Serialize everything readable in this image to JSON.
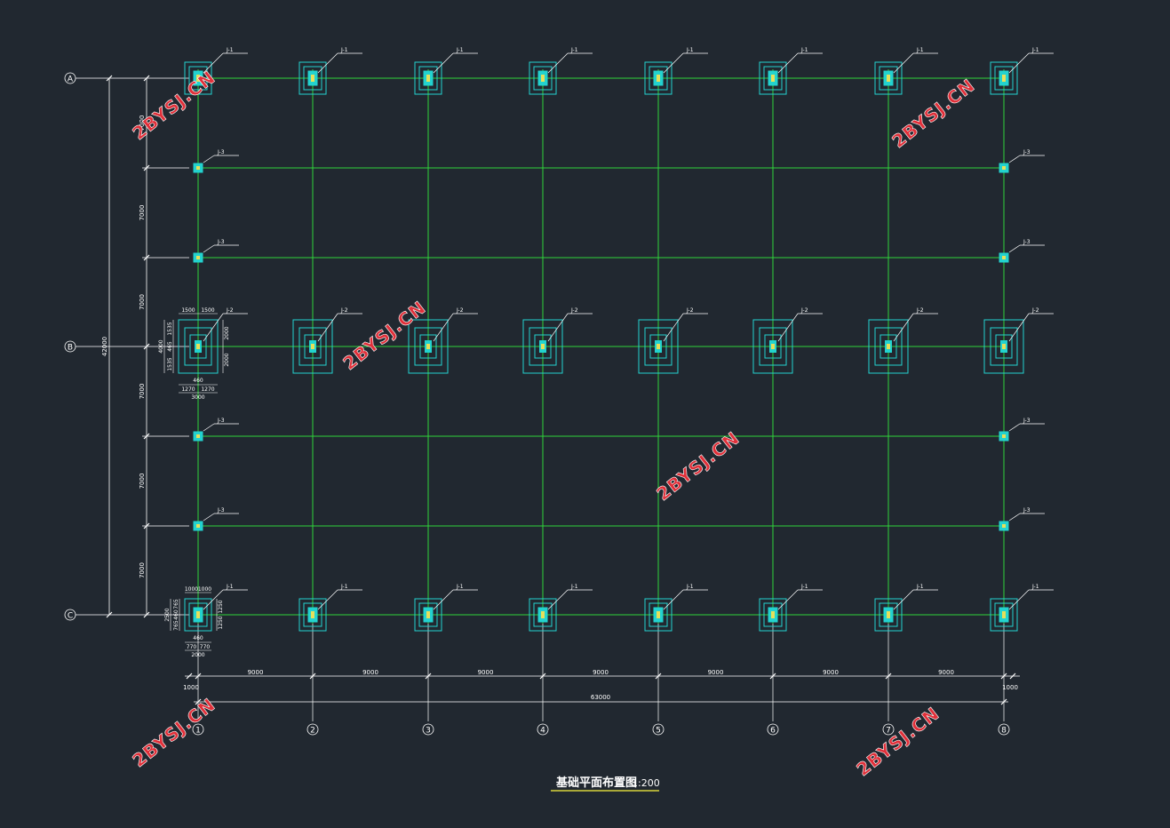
{
  "drawing": {
    "title": "基础平面布置图",
    "scale": "1:200",
    "watermark": "2BYSJ.CN",
    "colors": {
      "background": "#212830",
      "grid_line": "#2fd43a",
      "dimension": "#ffffff",
      "footing": "#23d2cf",
      "footing_core": "#e6e05a",
      "watermark": "#e0303a",
      "title_underline": "#d8d43a"
    }
  },
  "axes": {
    "horizontal": [
      "A",
      "B",
      "C"
    ],
    "vertical": [
      "1",
      "2",
      "3",
      "4",
      "5",
      "6",
      "7",
      "8"
    ]
  },
  "dimensions": {
    "bays_x": [
      "9000",
      "9000",
      "9000",
      "9000",
      "9000",
      "9000",
      "9000"
    ],
    "total_x": "63000",
    "edge_left": "1000",
    "edge_right": "1000",
    "spans_y": [
      "7000",
      "7000",
      "7000",
      "7000",
      "7000",
      "7000"
    ],
    "total_y": "42000"
  },
  "footing_labels": {
    "j1": "J-1",
    "j2": "J-2",
    "j3": "J-3"
  },
  "detail_j2": {
    "top_dims": [
      "1500",
      "1500"
    ],
    "side_dims": [
      "1535",
      "465",
      "1535"
    ],
    "overall_v": "4000",
    "right_dims": [
      "2000",
      "2000"
    ],
    "col": "460",
    "bottom_dims": [
      "1270",
      "1270"
    ],
    "overall_h": "3000"
  },
  "detail_j1": {
    "top_dims": [
      "1000",
      "1000"
    ],
    "side_dims": [
      "765",
      "460",
      "765"
    ],
    "overall_v": "2500",
    "right_dims": [
      "1250",
      "1250"
    ],
    "col": "460",
    "bottom_dims": [
      "770",
      "770"
    ],
    "overall_h": "2000"
  }
}
